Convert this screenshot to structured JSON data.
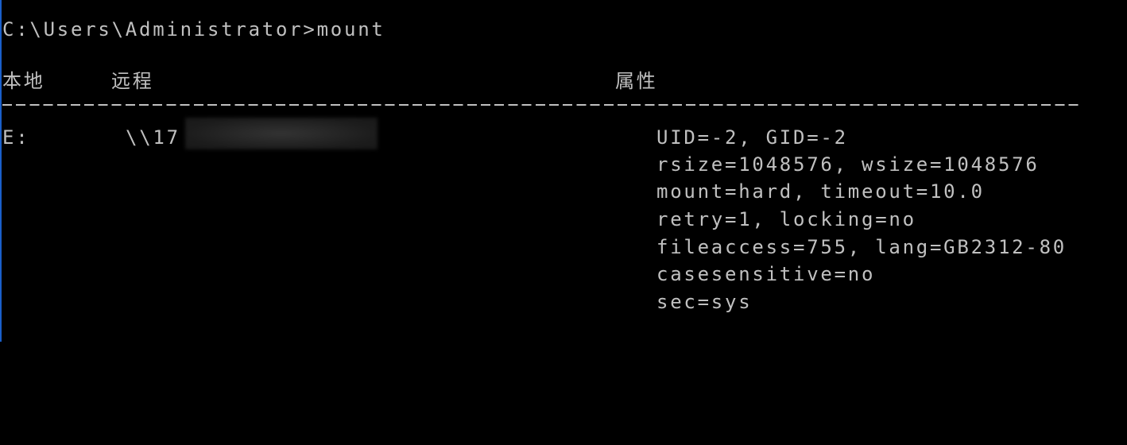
{
  "prompt": {
    "path": "C:\\Users\\Administrator>",
    "command": "mount"
  },
  "headers": {
    "local": "本地",
    "remote": "远程",
    "properties": "属性"
  },
  "entries": [
    {
      "local": "E:",
      "remote": "\\\\17",
      "remote_redacted": true,
      "properties": [
        "UID=-2, GID=-2",
        "rsize=1048576, wsize=1048576",
        "mount=hard, timeout=10.0",
        "retry=1, locking=no",
        "fileaccess=755, lang=GB2312-80",
        "casesensitive=no",
        "sec=sys"
      ]
    }
  ],
  "colors": {
    "background": "#000000",
    "text": "#c0c0c0",
    "edge": "#1a5fc9"
  }
}
